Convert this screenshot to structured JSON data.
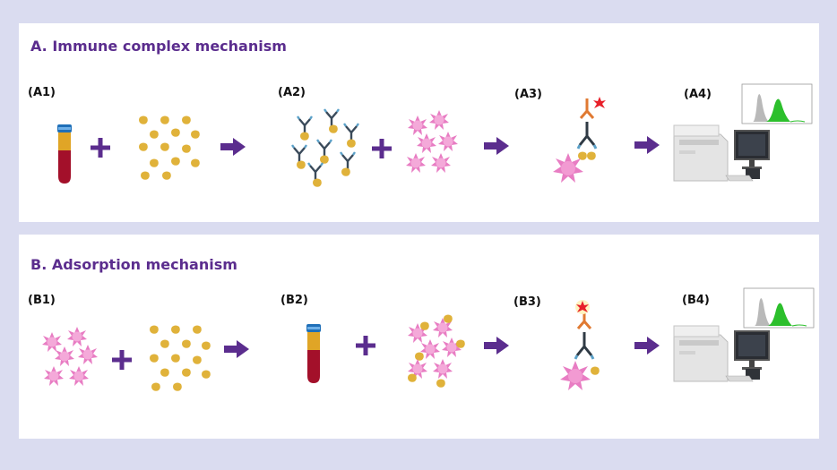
{
  "panel_a": {
    "title": "A. Immune complex mechanism",
    "steps": [
      "(A1)",
      "(A2)",
      "(A3)",
      "(A4)"
    ]
  },
  "panel_b": {
    "title": "B. Adsorption mechanism",
    "steps": [
      "(B1)",
      "(B2)",
      "(B3)",
      "(B4)"
    ]
  },
  "colors": {
    "title": "#5b2d8e",
    "arrow": "#5b2d8e",
    "plus": "#5b2d8e",
    "cell": "#e87dc3",
    "drug_particle": "#e0b23a",
    "blood_red": "#a3102a",
    "serum": "#e0a526",
    "tube_cap": "#1f6fb8",
    "histogram_green": "#2cbf2c",
    "histogram_grey": "#b9b9b9",
    "fluorophore": "#e8202a"
  },
  "icons": [
    "blood-tube-icon",
    "drug-particles-icon",
    "antibody-complex-icon",
    "cells-icon",
    "antibody-on-cell-icon",
    "flow-cytometer-icon",
    "histogram-icon",
    "plus-icon",
    "arrow-icon"
  ]
}
